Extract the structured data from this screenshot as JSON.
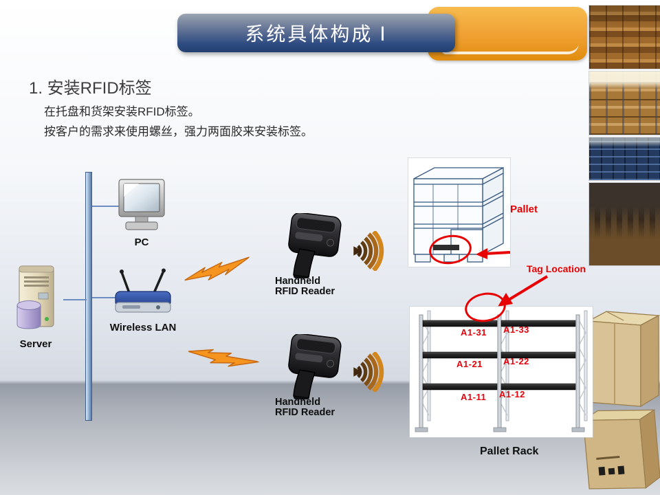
{
  "slide": {
    "title": "系统具体构成 Ⅰ",
    "heading": "1. 安装RFID标签",
    "body": [
      "在托盘和货架安装RFID标签。",
      "按客户的需求来使用螺丝，强力两面胶来安装标签。"
    ]
  },
  "diagram": {
    "server": {
      "label": "Server"
    },
    "pc": {
      "label": "PC"
    },
    "wlan": {
      "label": "Wireless LAN"
    },
    "reader_top": {
      "line1": "Handheld",
      "line2": "RFID Reader"
    },
    "reader_bottom": {
      "line1": "Handheld",
      "line2": "RFID Reader"
    },
    "pallet": {
      "label": "Pallet"
    },
    "tag_location": {
      "label": "Tag Location"
    },
    "pallet_rack": {
      "label": "Pallet Rack",
      "locations": [
        "A1-31",
        "A1-33",
        "A1-21",
        "A1-22",
        "A1-11",
        "A1-12"
      ]
    }
  },
  "icons": {
    "server": "server-tower-with-database-cylinder",
    "pc": "desktop-monitor",
    "wlan": "wireless-router-two-antennas",
    "reader": "handheld-rfid-gun-reader",
    "waves": "rf-signal-arcs",
    "bolt": "wireless-lightning-bolt",
    "photos": "warehouse-photo-strip",
    "boxes": "cardboard-boxes"
  },
  "colors": {
    "banner_blue": "#2e4c82",
    "accent_orange": "#f0a032",
    "annotation_red": "#e80000",
    "network_blue": "#6b8cc0"
  }
}
